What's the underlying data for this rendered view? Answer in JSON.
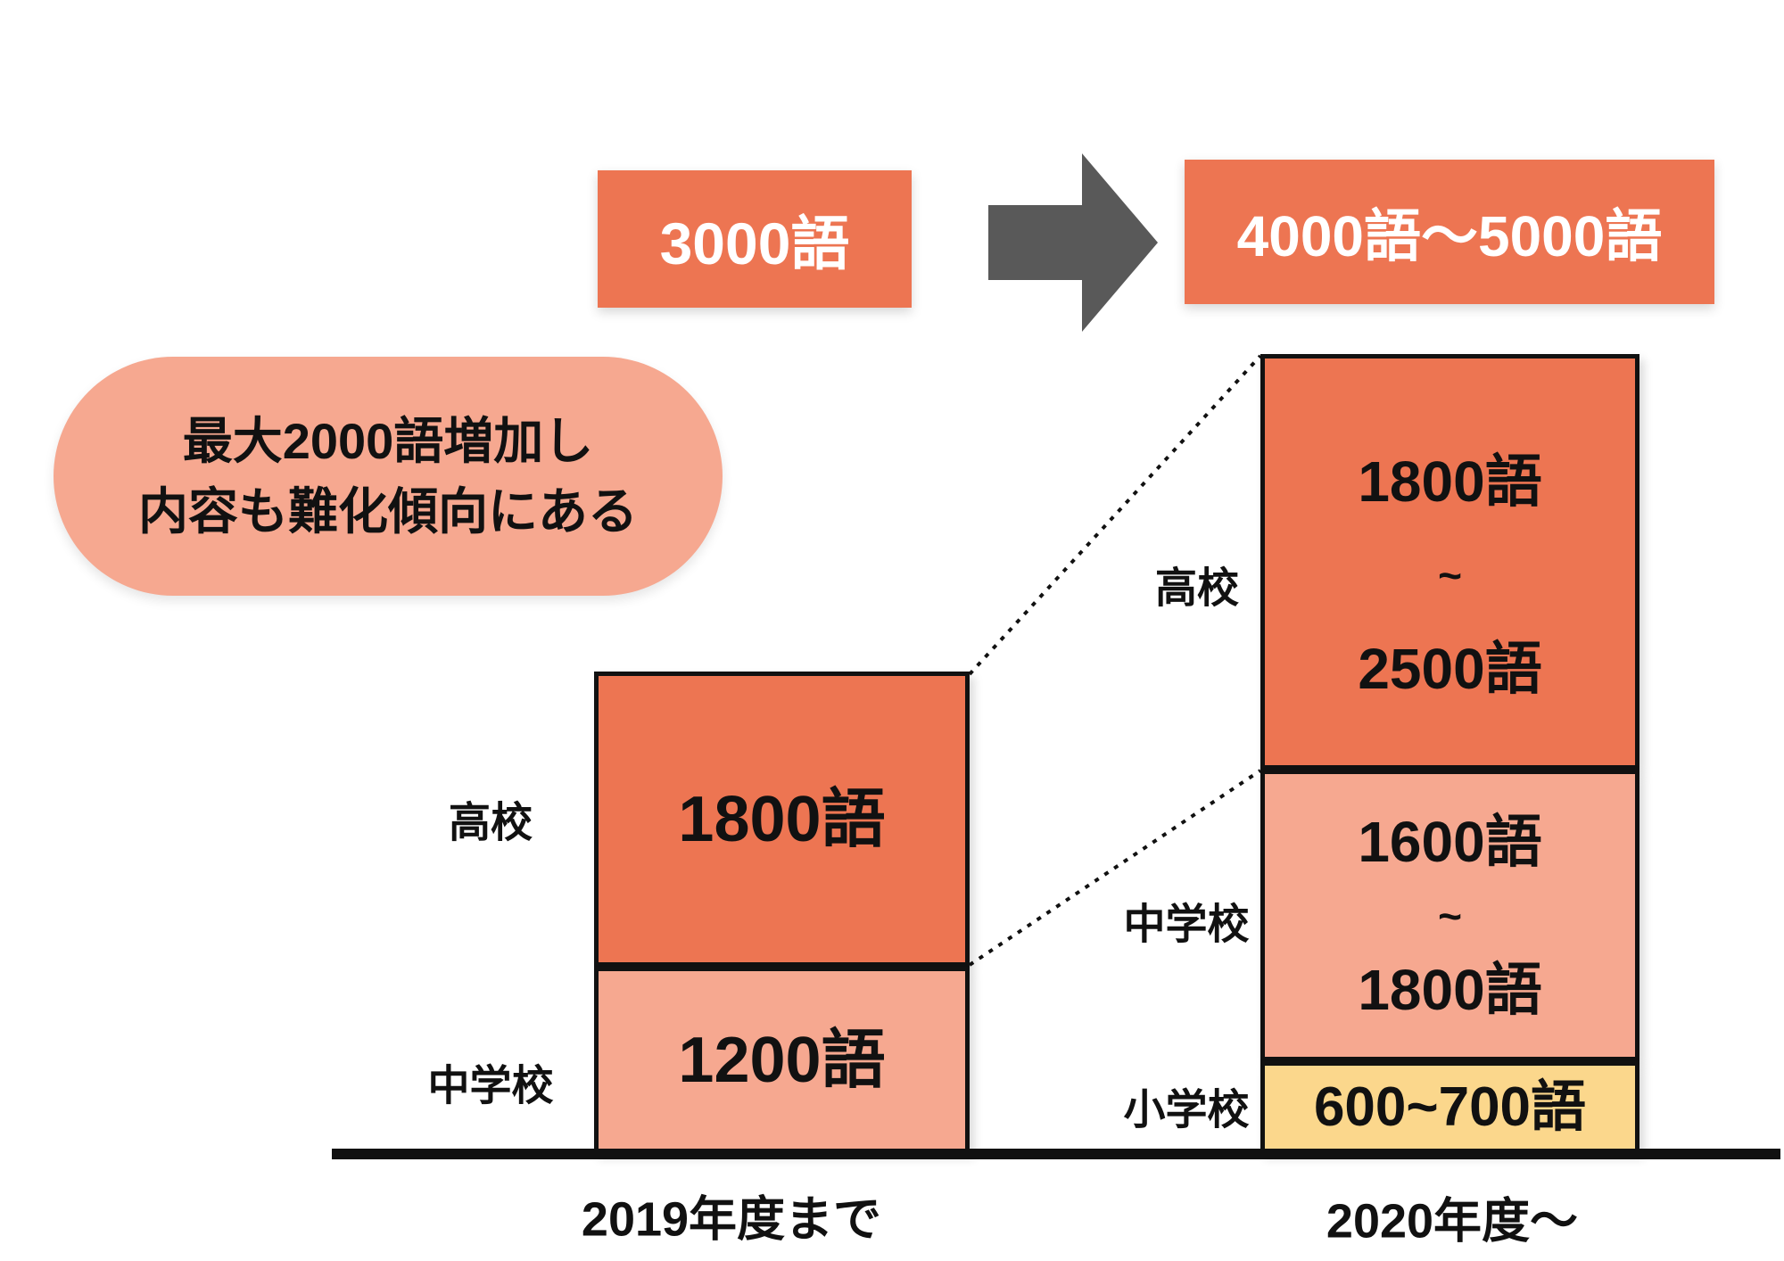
{
  "title_flow": {
    "before_label": "3000語",
    "after_label": "4000語〜5000語"
  },
  "callout": {
    "line1": "最大2000語増加し",
    "line2": "内容も難化傾向にある"
  },
  "axis": {
    "left_label": "2019年度まで",
    "right_label": "2020年度〜"
  },
  "bars": {
    "left": {
      "segments": [
        {
          "label": "高校",
          "value": "1800語"
        },
        {
          "label": "中学校",
          "value": "1200語"
        }
      ]
    },
    "right": {
      "segments": [
        {
          "label": "高校",
          "lines": [
            "1800語",
            "~",
            "2500語"
          ]
        },
        {
          "label": "中学校",
          "lines": [
            "1600語",
            "~",
            "1800語"
          ]
        },
        {
          "label": "小学校",
          "value": "600~700語"
        }
      ]
    }
  },
  "colors": {
    "orange": "#ED7552",
    "salmon": "#F6A890",
    "yellow": "#FBD78C",
    "arrow": "#595959",
    "ink": "#111111"
  },
  "chart_data": {
    "type": "bar",
    "stacked": true,
    "categories": [
      "2019年度まで",
      "2020年度〜"
    ],
    "series": [
      {
        "name": "小学校",
        "values": [
          0,
          650
        ],
        "value_ranges": [
          [
            0,
            0
          ],
          [
            600,
            700
          ]
        ],
        "labels": [
          "",
          "600~700語"
        ],
        "color": "#FBD78C"
      },
      {
        "name": "中学校",
        "values": [
          1200,
          1700
        ],
        "value_ranges": [
          [
            1200,
            1200
          ],
          [
            1600,
            1800
          ]
        ],
        "labels": [
          "1200語",
          "1600語~1800語"
        ],
        "color": "#F6A890"
      },
      {
        "name": "高校",
        "values": [
          1800,
          2150
        ],
        "value_ranges": [
          [
            1800,
            1800
          ],
          [
            1800,
            2500
          ]
        ],
        "labels": [
          "1800語",
          "1800語~2500語"
        ],
        "color": "#ED7552"
      }
    ],
    "totals": [
      {
        "category": "2019年度まで",
        "label": "3000語",
        "value": 3000
      },
      {
        "category": "2020年度〜",
        "label": "4000語〜5000語",
        "value_range": [
          4000,
          5000
        ]
      }
    ],
    "annotation": "最大2000語増加し内容も難化傾向にある",
    "unit": "語",
    "grid": false,
    "legend_position": "none"
  }
}
